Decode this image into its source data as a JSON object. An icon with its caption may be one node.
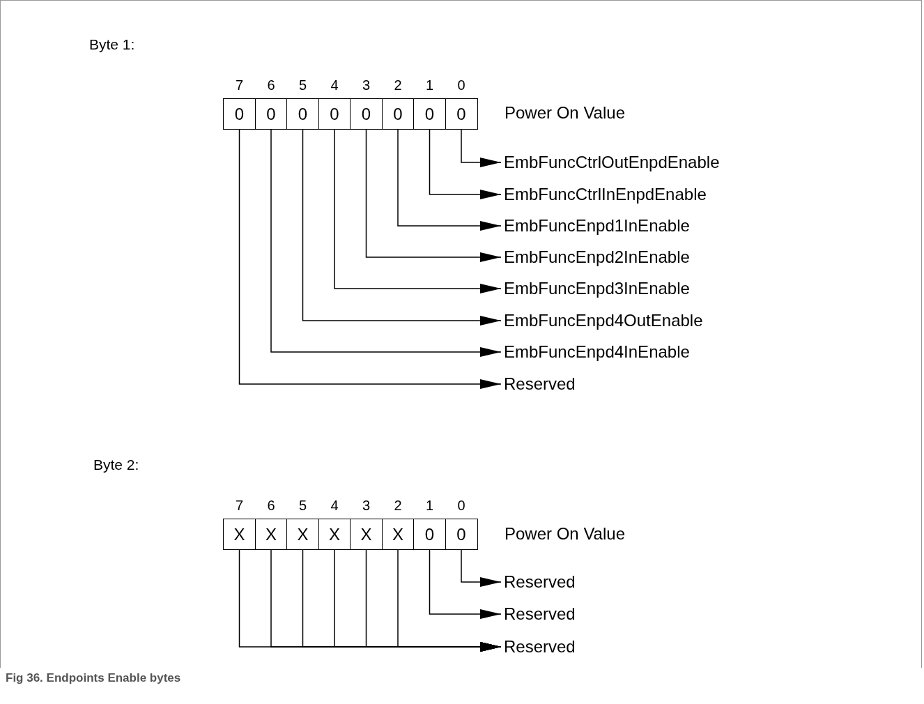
{
  "diagram": {
    "caption": "Fig 36. Endpoints Enable bytes",
    "nodes": [
      {
        "text": [
          "0"
        ],
        "beside": [
          "7"
        ]
      },
      {
        "text": [
          "0"
        ],
        "beside": [
          "6"
        ]
      },
      {
        "text": [
          "0"
        ],
        "beside": [
          "5"
        ]
      },
      {
        "text": [
          "0"
        ],
        "beside": [
          "4"
        ]
      },
      {
        "text": [
          "0"
        ],
        "beside": [
          "3"
        ]
      },
      {
        "text": [
          "0"
        ],
        "beside": [
          "2"
        ]
      },
      {
        "text": [
          "0"
        ],
        "beside": [
          "1"
        ]
      },
      {
        "text": [
          "0"
        ],
        "beside": [
          "0"
        ]
      },
      {
        "text": [
          "EmbFuncCtrlOutEnpdEnable"
        ]
      },
      {
        "text": [
          "EmbFuncCtrlInEnpdEnable"
        ]
      },
      {
        "text": [
          "EmbFuncEnpd1InEnable"
        ]
      },
      {
        "text": [
          "EmbFuncEnpd2InEnable"
        ]
      },
      {
        "text": [
          "EmbFuncEnpd3InEnable"
        ]
      },
      {
        "text": [
          "EmbFuncEnpd4OutEnable"
        ]
      },
      {
        "text": [
          "EmbFuncEnpd4InEnable"
        ]
      },
      {
        "text": [
          "Reserved"
        ]
      },
      {
        "text": [
          "X"
        ],
        "beside": [
          "7"
        ]
      },
      {
        "text": [
          "X"
        ],
        "beside": [
          "6"
        ]
      },
      {
        "text": [
          "X"
        ],
        "beside": [
          "5"
        ]
      },
      {
        "text": [
          "X"
        ],
        "beside": [
          "4"
        ]
      },
      {
        "text": [
          "X"
        ],
        "beside": [
          "3"
        ]
      },
      {
        "text": [
          "X"
        ],
        "beside": [
          "2"
        ]
      },
      {
        "text": [
          "0"
        ],
        "beside": [
          "1"
        ]
      },
      {
        "text": [
          "0"
        ],
        "beside": [
          "0"
        ]
      },
      {
        "text": [
          "Reserved"
        ]
      },
      {
        "text": [
          "Reserved"
        ]
      },
      {
        "text": [
          "Reserved"
        ]
      }
    ],
    "edges": [
      {
        "from": 7,
        "to": 8,
        "arrow": "to"
      },
      {
        "from": 6,
        "to": 9,
        "arrow": "to"
      },
      {
        "from": 5,
        "to": 10,
        "arrow": "to"
      },
      {
        "from": 4,
        "to": 11,
        "arrow": "to"
      },
      {
        "from": 3,
        "to": 12,
        "arrow": "to"
      },
      {
        "from": 2,
        "to": 13,
        "arrow": "to"
      },
      {
        "from": 1,
        "to": 14,
        "arrow": "to"
      },
      {
        "from": 0,
        "to": 15,
        "arrow": "to"
      },
      {
        "from": 23,
        "to": 24,
        "arrow": "to"
      },
      {
        "from": 22,
        "to": 25,
        "arrow": "to"
      },
      {
        "from": 16,
        "to": 26,
        "arrow": "to"
      },
      {
        "from": 17,
        "to": 26,
        "arrow": "to"
      },
      {
        "from": 18,
        "to": 26,
        "arrow": "to"
      },
      {
        "from": 19,
        "to": 26,
        "arrow": "to"
      },
      {
        "from": 20,
        "to": 26,
        "arrow": "to"
      },
      {
        "from": 21,
        "to": 26,
        "arrow": "to"
      }
    ],
    "labels": [
      "Byte 1:",
      "Power On Value",
      "Byte 2:",
      "Power On Value"
    ]
  }
}
